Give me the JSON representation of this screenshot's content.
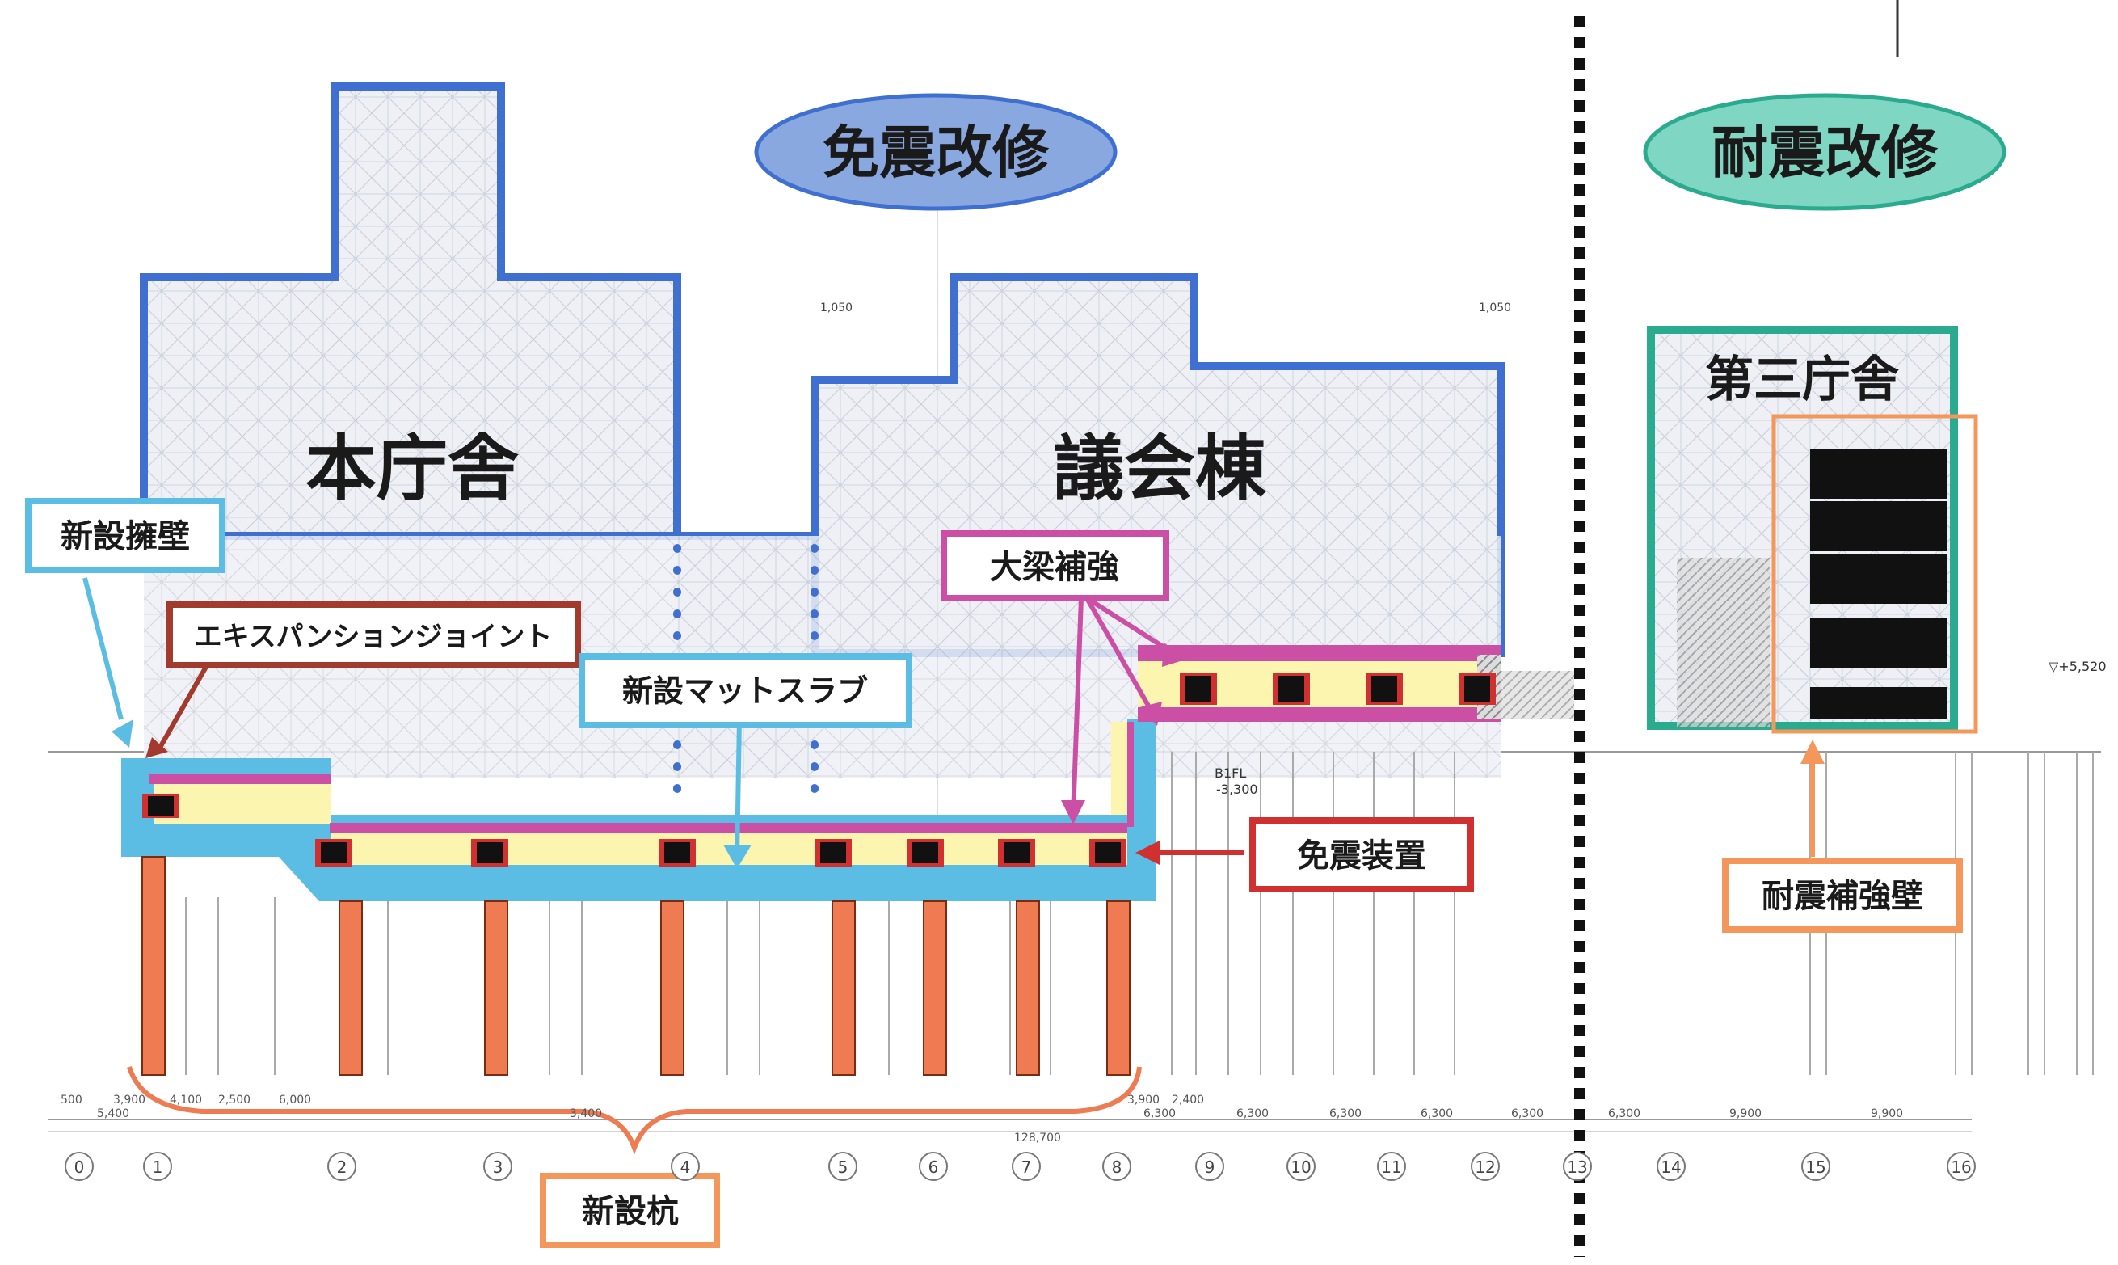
{
  "headers": {
    "seismic_isolation": "免震改修",
    "seismic_retrofit": "耐震改修"
  },
  "buildings": {
    "main": "本庁舎",
    "assembly": "議会棟",
    "third": "第三庁舎"
  },
  "callouts": {
    "retaining_wall": "新設擁壁",
    "expansion_joint": "エキスパンションジョイント",
    "mat_slab": "新設マットスラブ",
    "girder": "大梁補強",
    "isolator": "免震装置",
    "shear_wall": "耐震補強壁",
    "piles": "新設杭"
  },
  "axis_labels": [
    "0",
    "1",
    "2",
    "3",
    "4",
    "5",
    "6",
    "7",
    "8",
    "9",
    "10",
    "11",
    "12",
    "13",
    "14",
    "15",
    "16"
  ],
  "dimensions": {
    "bays_top": [
      "500",
      "3,900",
      "4,100",
      "2,500",
      "6,000",
      "3,900",
      "2,400"
    ],
    "bays_bottom": [
      "5,400",
      "",
      "3,400",
      "",
      "",
      "6,300",
      "6,300",
      "6,300",
      "6,300",
      "6,300",
      "6,300",
      "9,900",
      "9,900"
    ],
    "total": "128,700",
    "side_top": "1,050",
    "side_right": "1,050"
  },
  "level_labels": {
    "b1fl": "B1FL",
    "b1fl_value": "-3,300",
    "gl_right": "▽+5,520"
  },
  "colors": {
    "outline_blue": "#3f6fd0",
    "outline_teal": "#2aaa8e",
    "slab_blue": "#5bbde3",
    "slab_yellow": "#fbf5b0",
    "beam_magenta": "#cc4fa6",
    "isolator_red": "#d0302f",
    "isolator_core": "#111111",
    "pile_orange": "#ef7b52",
    "ellipse_blue": "#8aa8e0",
    "ellipse_teal": "#7fd6c2"
  }
}
